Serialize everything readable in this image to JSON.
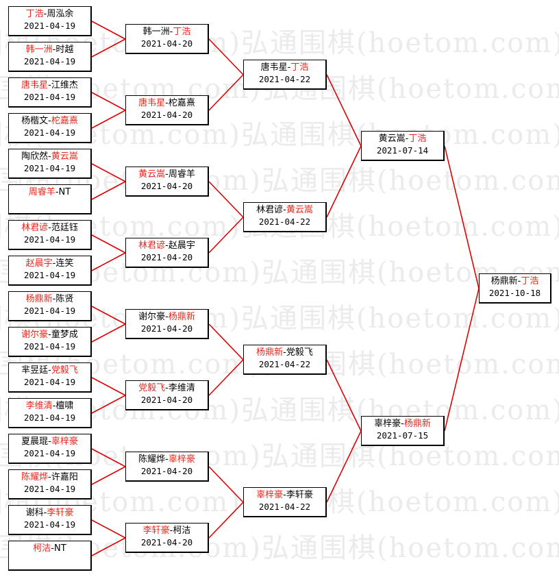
{
  "watermark": "弘通围棋(hoetom.com)弘通围棋(hoetom.com)弘通围棋",
  "colors": {
    "winner": "#e8261c",
    "line": "#e00000"
  },
  "rounds": [
    {
      "matches": [
        {
          "p1": "丁浩",
          "p2": "周泓余",
          "winner": 1,
          "date": "2021-04-19"
        },
        {
          "p1": "韩一洲",
          "p2": "时越",
          "winner": 1,
          "date": "2021-04-19"
        },
        {
          "p1": "唐韦星",
          "p2": "江维杰",
          "winner": 1,
          "date": "2021-04-19"
        },
        {
          "p1": "杨楷文",
          "p2": "柁嘉熹",
          "winner": 2,
          "date": "2021-04-19"
        },
        {
          "p1": "陶欣然",
          "p2": "黄云嵩",
          "winner": 2,
          "date": "2021-04-19"
        },
        {
          "p1": "周睿羊",
          "p2": "NT",
          "winner": 1,
          "date": ""
        },
        {
          "p1": "林君谚",
          "p2": "范廷钰",
          "winner": 1,
          "date": "2021-04-19"
        },
        {
          "p1": "赵晨宇",
          "p2": "连笑",
          "winner": 1,
          "date": "2021-04-19"
        },
        {
          "p1": "杨鼎新",
          "p2": "陈贤",
          "winner": 1,
          "date": "2021-04-19"
        },
        {
          "p1": "谢尔豪",
          "p2": "童梦成",
          "winner": 1,
          "date": "2021-04-19"
        },
        {
          "p1": "芈昱廷",
          "p2": "党毅飞",
          "winner": 2,
          "date": "2021-04-19"
        },
        {
          "p1": "李维清",
          "p2": "檀啸",
          "winner": 1,
          "date": "2021-04-19"
        },
        {
          "p1": "夏晨琨",
          "p2": "辜梓豪",
          "winner": 2,
          "date": "2021-04-19"
        },
        {
          "p1": "陈耀烨",
          "p2": "许嘉阳",
          "winner": 1,
          "date": "2021-04-19"
        },
        {
          "p1": "谢科",
          "p2": "李轩豪",
          "winner": 2,
          "date": "2021-04-19"
        },
        {
          "p1": "柯洁",
          "p2": "NT",
          "winner": 1,
          "date": ""
        }
      ]
    },
    {
      "matches": [
        {
          "p1": "韩一洲",
          "p2": "丁浩",
          "winner": 2,
          "date": "2021-04-20"
        },
        {
          "p1": "唐韦星",
          "p2": "柁嘉熹",
          "winner": 1,
          "date": "2021-04-20"
        },
        {
          "p1": "黄云嵩",
          "p2": "周睿羊",
          "winner": 1,
          "date": "2021-04-20"
        },
        {
          "p1": "林君谚",
          "p2": "赵晨宇",
          "winner": 1,
          "date": "2021-04-20"
        },
        {
          "p1": "谢尔豪",
          "p2": "杨鼎新",
          "winner": 2,
          "date": "2021-04-20"
        },
        {
          "p1": "党毅飞",
          "p2": "李维清",
          "winner": 1,
          "date": "2021-04-20"
        },
        {
          "p1": "陈耀烨",
          "p2": "辜梓豪",
          "winner": 2,
          "date": "2021-04-20"
        },
        {
          "p1": "李轩豪",
          "p2": "柯洁",
          "winner": 1,
          "date": "2021-04-20"
        }
      ]
    },
    {
      "matches": [
        {
          "p1": "唐韦星",
          "p2": "丁浩",
          "winner": 2,
          "date": "2021-04-22"
        },
        {
          "p1": "林君谚",
          "p2": "黄云嵩",
          "winner": 2,
          "date": "2021-04-22"
        },
        {
          "p1": "杨鼎新",
          "p2": "党毅飞",
          "winner": 1,
          "date": "2021-04-22"
        },
        {
          "p1": "辜梓豪",
          "p2": "李轩豪",
          "winner": 1,
          "date": "2021-04-22"
        }
      ]
    },
    {
      "matches": [
        {
          "p1": "黄云嵩",
          "p2": "丁浩",
          "winner": 2,
          "date": "2021-07-14"
        },
        {
          "p1": "辜梓豪",
          "p2": "杨鼎新",
          "winner": 2,
          "date": "2021-07-15"
        }
      ]
    },
    {
      "matches": [
        {
          "p1": "杨鼎新",
          "p2": "丁浩",
          "winner": 2,
          "date": "2021-10-18"
        }
      ]
    }
  ]
}
